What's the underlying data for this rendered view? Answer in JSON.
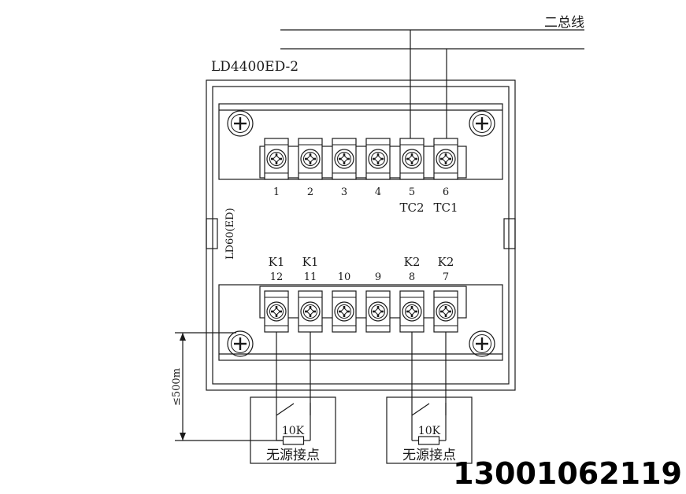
{
  "bus_label": "二总线",
  "model_label": "LD4400ED-2",
  "base_label": "LD60(ED)",
  "distance_label": "≤500m",
  "top_terminals": [
    {
      "num": "1",
      "signal": ""
    },
    {
      "num": "2",
      "signal": ""
    },
    {
      "num": "3",
      "signal": ""
    },
    {
      "num": "4",
      "signal": ""
    },
    {
      "num": "5",
      "signal": "TC2"
    },
    {
      "num": "6",
      "signal": "TC1"
    }
  ],
  "bottom_terminals": [
    {
      "num": "12",
      "signal": "K1"
    },
    {
      "num": "11",
      "signal": "K1"
    },
    {
      "num": "10",
      "signal": ""
    },
    {
      "num": "9",
      "signal": ""
    },
    {
      "num": "8",
      "signal": "K2"
    },
    {
      "num": "7",
      "signal": "K2"
    }
  ],
  "contact_boxes": [
    {
      "resistor": "10K",
      "label": "无源接点"
    },
    {
      "resistor": "10K",
      "label": "无源接点"
    }
  ],
  "phone": "13001062119",
  "colors": {
    "line": "#1a1a1a",
    "background": "#ffffff"
  }
}
